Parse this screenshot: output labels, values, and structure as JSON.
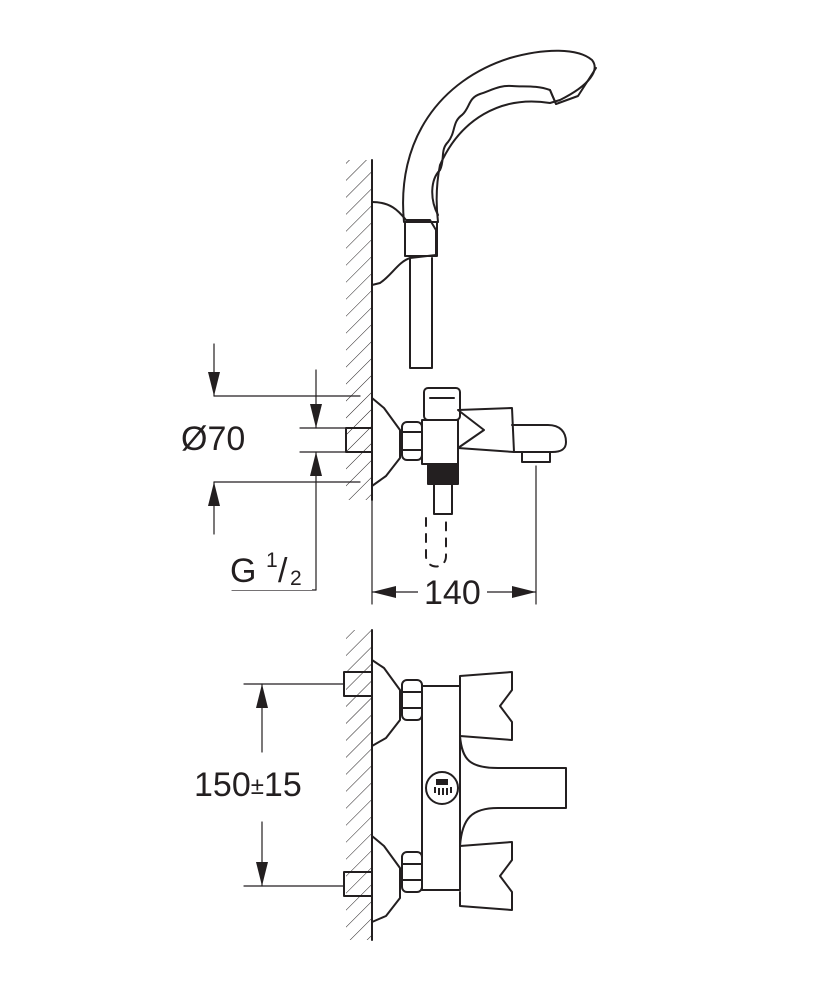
{
  "dimensions": {
    "diameter": "Ø70",
    "thread_main": "G",
    "thread_num": "1",
    "thread_slash": "/",
    "thread_den": "2",
    "projection": "140",
    "distance_main": "150",
    "distance_pm": "±",
    "distance_tol": "15"
  },
  "colors": {
    "line": "#231f20",
    "background": "#ffffff"
  }
}
